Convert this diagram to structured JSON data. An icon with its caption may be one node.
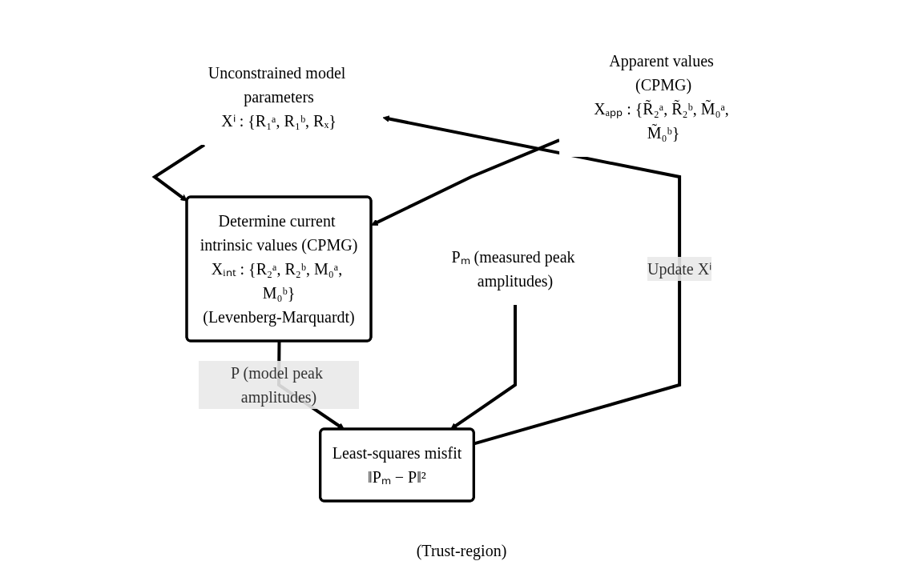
{
  "diagram": {
    "nodes": [
      {
        "text": [
          "Unconstrained model parameters",
          "Xⁱ : {R₁ᵃ, R₁ᵇ, Rₓ}"
        ]
      },
      {
        "text": [
          "Determine current intrinsic values (CPMG)",
          "Xᵢₙₜ : {R₂ᵃ, R₂ᵇ, M₀ᵃ, M₀ᵇ}",
          "(Levenberg-Marquardt)"
        ]
      },
      {
        "text": [
          "Apparent values (CPMG)",
          "Xₐₚₚ : {R̃₂ᵃ, R̃₂ᵇ, M̃₀ᵃ, M̃₀ᵇ}"
        ]
      },
      {
        "text": [
          "Least-squares misfit",
          "‖Pₘ − P‖²"
        ]
      },
      {
        "text": [
          "Pₘ (measured peak amplitudes)"
        ]
      }
    ],
    "edges": [
      {
        "from": 0,
        "to": 1,
        "arrow": "to"
      },
      {
        "from": 2,
        "to": 1,
        "arrow": "to"
      },
      {
        "from": 1,
        "to": 3,
        "arrow": "to",
        "label": "P (model peak amplitudes)"
      },
      {
        "from": 4,
        "to": 3,
        "arrow": "to"
      },
      {
        "from": 3,
        "to": 0,
        "arrow": "to",
        "label": "Update Xⁱ"
      }
    ],
    "labels": [
      "(Trust-region)"
    ]
  }
}
